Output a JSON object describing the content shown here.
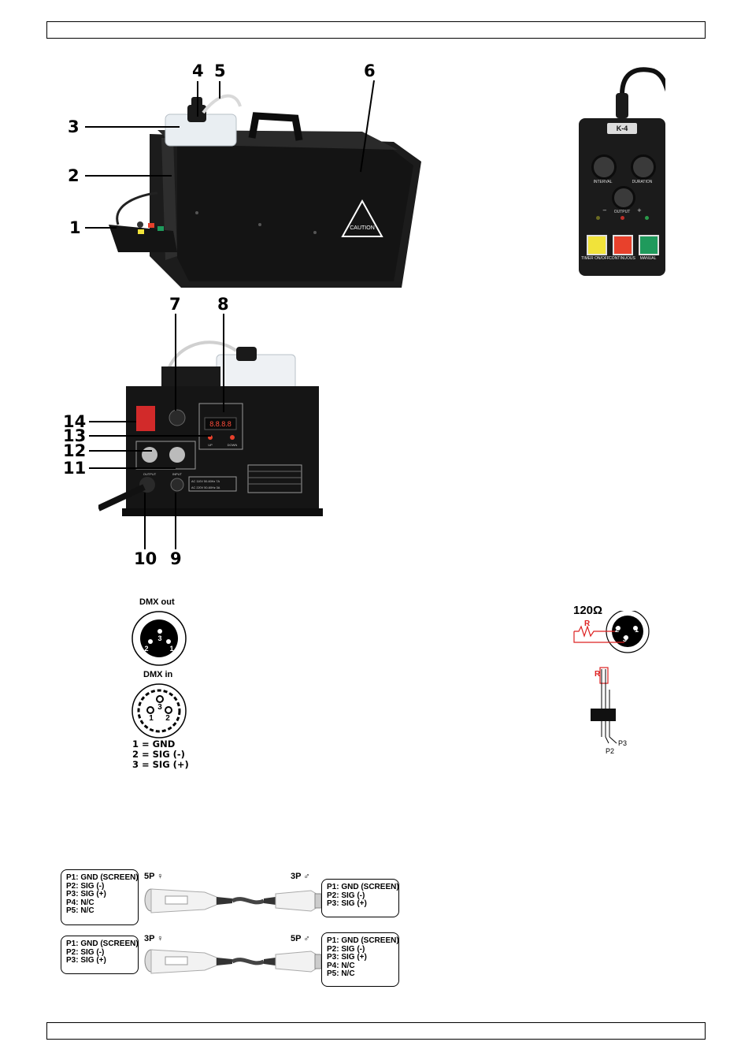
{
  "header_box": "",
  "footer_box": "",
  "callouts": {
    "n1": "1",
    "n2": "2",
    "n3": "3",
    "n4": "4",
    "n5": "5",
    "n6": "6",
    "n7": "7",
    "n8": "8",
    "n9": "9",
    "n10": "10",
    "n11": "11",
    "n12": "12",
    "n13": "13",
    "n14": "14"
  },
  "machine": {
    "caution_label": "CAUTION"
  },
  "remote": {
    "model": "K-4",
    "interval_label": "INTERVAL",
    "duration_label": "DURATION",
    "output_label": "OUTPUT",
    "output_minus": "−",
    "output_plus": "+",
    "timer_label": "TIMER ON/OFF",
    "continuous_label": "CONTINUOUS",
    "manual_label": "MANUAL",
    "colors": {
      "timer": "#f1e33a",
      "continuous": "#e8412c",
      "manual": "#1f9a5c"
    }
  },
  "rear_panel": {
    "display": "8.8.8.8",
    "up_label": "UP",
    "down_label": "DOWN",
    "output_label": "OUTPUT",
    "input_label": "INPUT",
    "voltage_110": "AC 110V 50-60Hz 7A",
    "voltage_220": "AC 220V 50-60Hz 3A"
  },
  "dmx": {
    "out_title": "DMX out",
    "in_title": "DMX in",
    "pins": [
      "1",
      "2",
      "3"
    ],
    "legend": [
      "1 = GND",
      "2 = SIG (-)",
      "3 = SIG (+)"
    ]
  },
  "terminator": {
    "resistance": "120Ω",
    "r_label": "R",
    "p2": "P2",
    "p3": "P3"
  },
  "adapter_1": {
    "left_gender": "5P ♀",
    "right_gender": "3P ♂",
    "left_pins": [
      "P1: GND (SCREEN)",
      "P2: SIG (-)",
      "P3: SIG (+)",
      "P4: N/C",
      "P5: N/C"
    ],
    "right_pins": [
      "P1: GND (SCREEN)",
      "P2: SIG (-)",
      "P3: SIG (+)"
    ]
  },
  "adapter_2": {
    "left_gender": "3P ♀",
    "right_gender": "5P ♂",
    "left_pins": [
      "P1: GND (SCREEN)",
      "P2: SIG (-)",
      "P3: SIG (+)"
    ],
    "right_pins": [
      "P1: GND (SCREEN)",
      "P2: SIG (-)",
      "P3: SIG (+)",
      "P4: N/C",
      "P5: N/C"
    ]
  }
}
